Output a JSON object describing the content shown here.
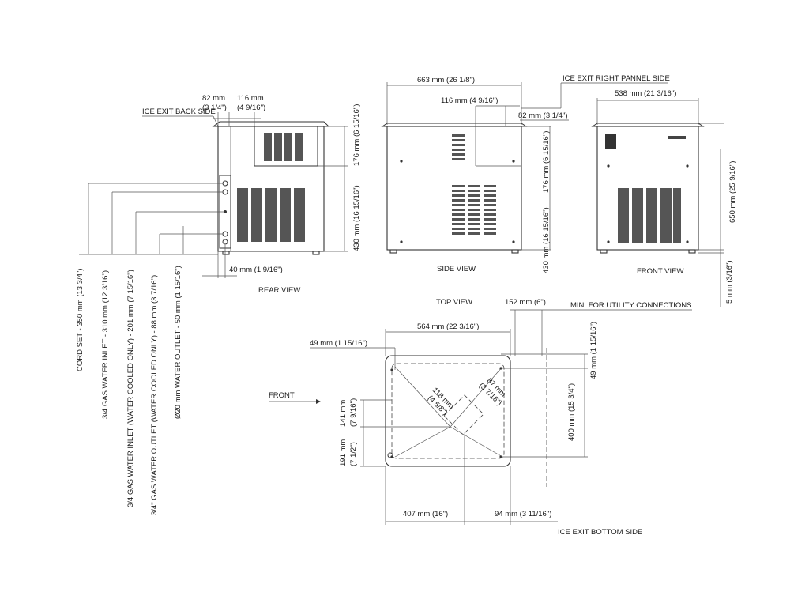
{
  "views": {
    "rear": "REAR VIEW",
    "side": "SIDE VIEW",
    "front": "FRONT VIEW",
    "top": "TOP VIEW"
  },
  "labels": {
    "ice_exit_back": "ICE EXIT BACK SIDE",
    "ice_exit_right": "ICE EXIT RIGHT PANNEL SIDE",
    "min_utility": "MIN. FOR UTILITY CONNECTIONS",
    "front": "FRONT",
    "ice_exit_bottom": "ICE EXIT  BOTTOM SIDE"
  },
  "rear_dims": {
    "d82_mm": "82 mm",
    "d82_in": "(3 1/4\")",
    "d116_mm": "116 mm",
    "d116_in": "(4 9/16\")",
    "d40": "40 mm (1 9/16\")",
    "d176": "176 mm (6 15/16\")",
    "d430": "430 mm (16 15/16\")"
  },
  "connections": [
    "CORD SET - 350 mm (13 3/4\")",
    "3/4 GAS WATER INLET - 310 mm (12 3/16\")",
    "3/4 GAS WATER INLET (WATER COOLED ONLY) - 201 mm (7 15/16\")",
    "3/4\" GAS WATER OUTLET (WATER COOLED ONLY) - 88 mm (3 7/16\")",
    "Ø20 mm WATER OUTLET - 50 mm (1 15/16\")"
  ],
  "side_dims": {
    "d663": "663 mm (26 1/8\")",
    "d116": "116 mm (4 9/16\")",
    "d82": "82 mm (3 1/4\")",
    "d176": "176 mm (6 15/16\")",
    "d430": "430 mm (16 15/16\")"
  },
  "front_dims": {
    "d538": "538 mm (21 3/16\")",
    "d650": "650 mm (25 9/16\")",
    "d5": "5 mm (3/16\")"
  },
  "top_dims": {
    "d152": "152 mm (6\")",
    "d564": "564 mm (22 3/16\")",
    "d49_left": "49 mm (1 15/16\")",
    "d49_right": "49 mm (1 15/16\")",
    "d118_mm": "118 mm",
    "d118_in": "(4 5/8\")",
    "d87_mm": "87 mm",
    "d87_in": "(3 7/16\")",
    "d141_mm": "141 mm",
    "d141_in": "(7 9/16\")",
    "d191_mm": "191 mm",
    "d191_in": "(7 1/2\")",
    "d400": "400 mm (15 3/4\")",
    "d407": "407 mm (16\")",
    "d94": "94 mm (3 11/16\")"
  }
}
